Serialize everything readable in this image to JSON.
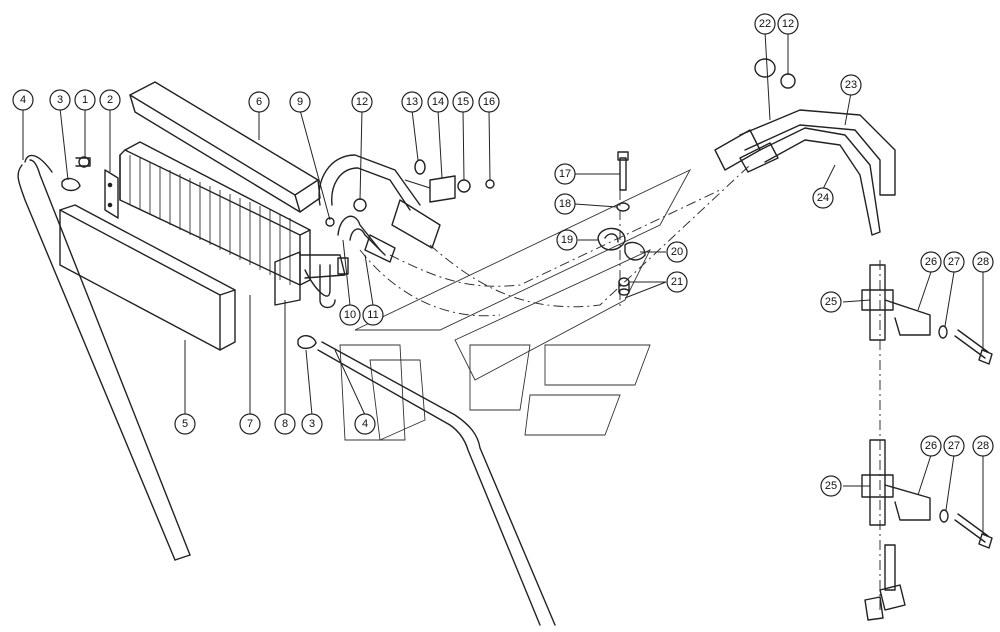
{
  "callouts": [
    "1",
    "2",
    "3",
    "3",
    "4",
    "4",
    "5",
    "6",
    "7",
    "8",
    "9",
    "10",
    "11",
    "12",
    "12",
    "13",
    "14",
    "15",
    "16",
    "17",
    "18",
    "19",
    "20",
    "21",
    "22",
    "23",
    "24",
    "25",
    "25",
    "26",
    "26",
    "27",
    "27",
    "28",
    "28"
  ]
}
